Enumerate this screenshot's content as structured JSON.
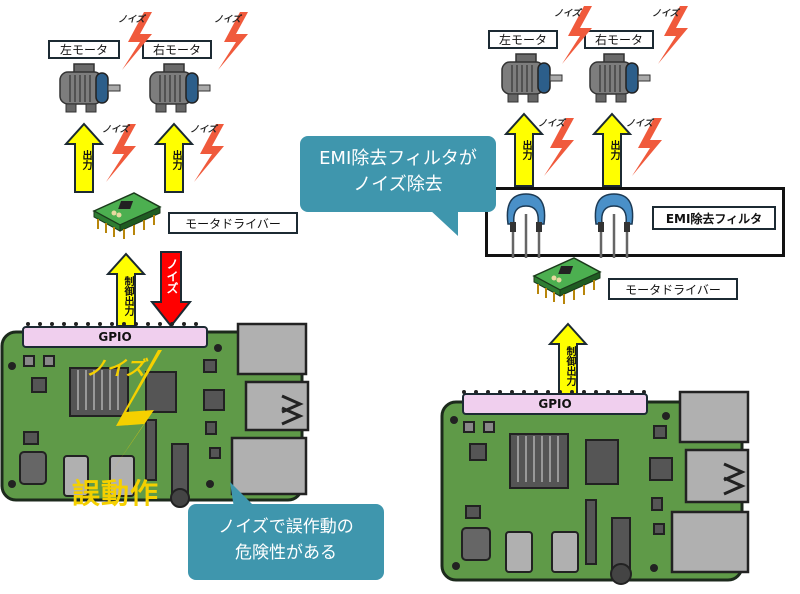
{
  "left_panel": {
    "motors": [
      {
        "label": "左モータ",
        "noise_label": "ノイズ"
      },
      {
        "label": "右モータ",
        "noise_label": "ノイズ"
      }
    ],
    "output_arrows": [
      {
        "label": "出力",
        "noise_label": "ノイズ"
      },
      {
        "label": "出力",
        "noise_label": "ノイズ"
      }
    ],
    "motor_driver_label": "モータドライバー",
    "control_output_label": "制御出力",
    "noise_arrow_label": "ノイズ",
    "gpio_label": "GPIO",
    "board_noise_label": "ノイズ",
    "malfunction_label": "誤動作",
    "callout": {
      "line1": "ノイズで誤作動の",
      "line2": "危険性がある"
    }
  },
  "right_panel": {
    "motors": [
      {
        "label": "左モータ",
        "noise_label": "ノイズ"
      },
      {
        "label": "右モータ",
        "noise_label": "ノイズ"
      }
    ],
    "output_arrows": [
      {
        "label": "出力",
        "noise_label": "ノイズ"
      },
      {
        "label": "出力",
        "noise_label": "ノイズ"
      }
    ],
    "emi_filter_label": "EMI除去フィルタ",
    "motor_driver_label": "モータドライバー",
    "control_output_label": "制御出力",
    "gpio_label": "GPIO",
    "callout": {
      "line1": "EMI除去フィルタが",
      "line2": "ノイズ除去"
    }
  },
  "colors": {
    "noise_bolt": "#f05a3c",
    "output_arrow": "#ffff00",
    "noise_arrow": "#ff0000",
    "callout_bg": "#3f96ad",
    "board_green": "#5f9a48",
    "gpio_fill": "#f0cfee",
    "malfunction_text": "#f5d000",
    "capacitor_blue": "#4a90c8"
  }
}
